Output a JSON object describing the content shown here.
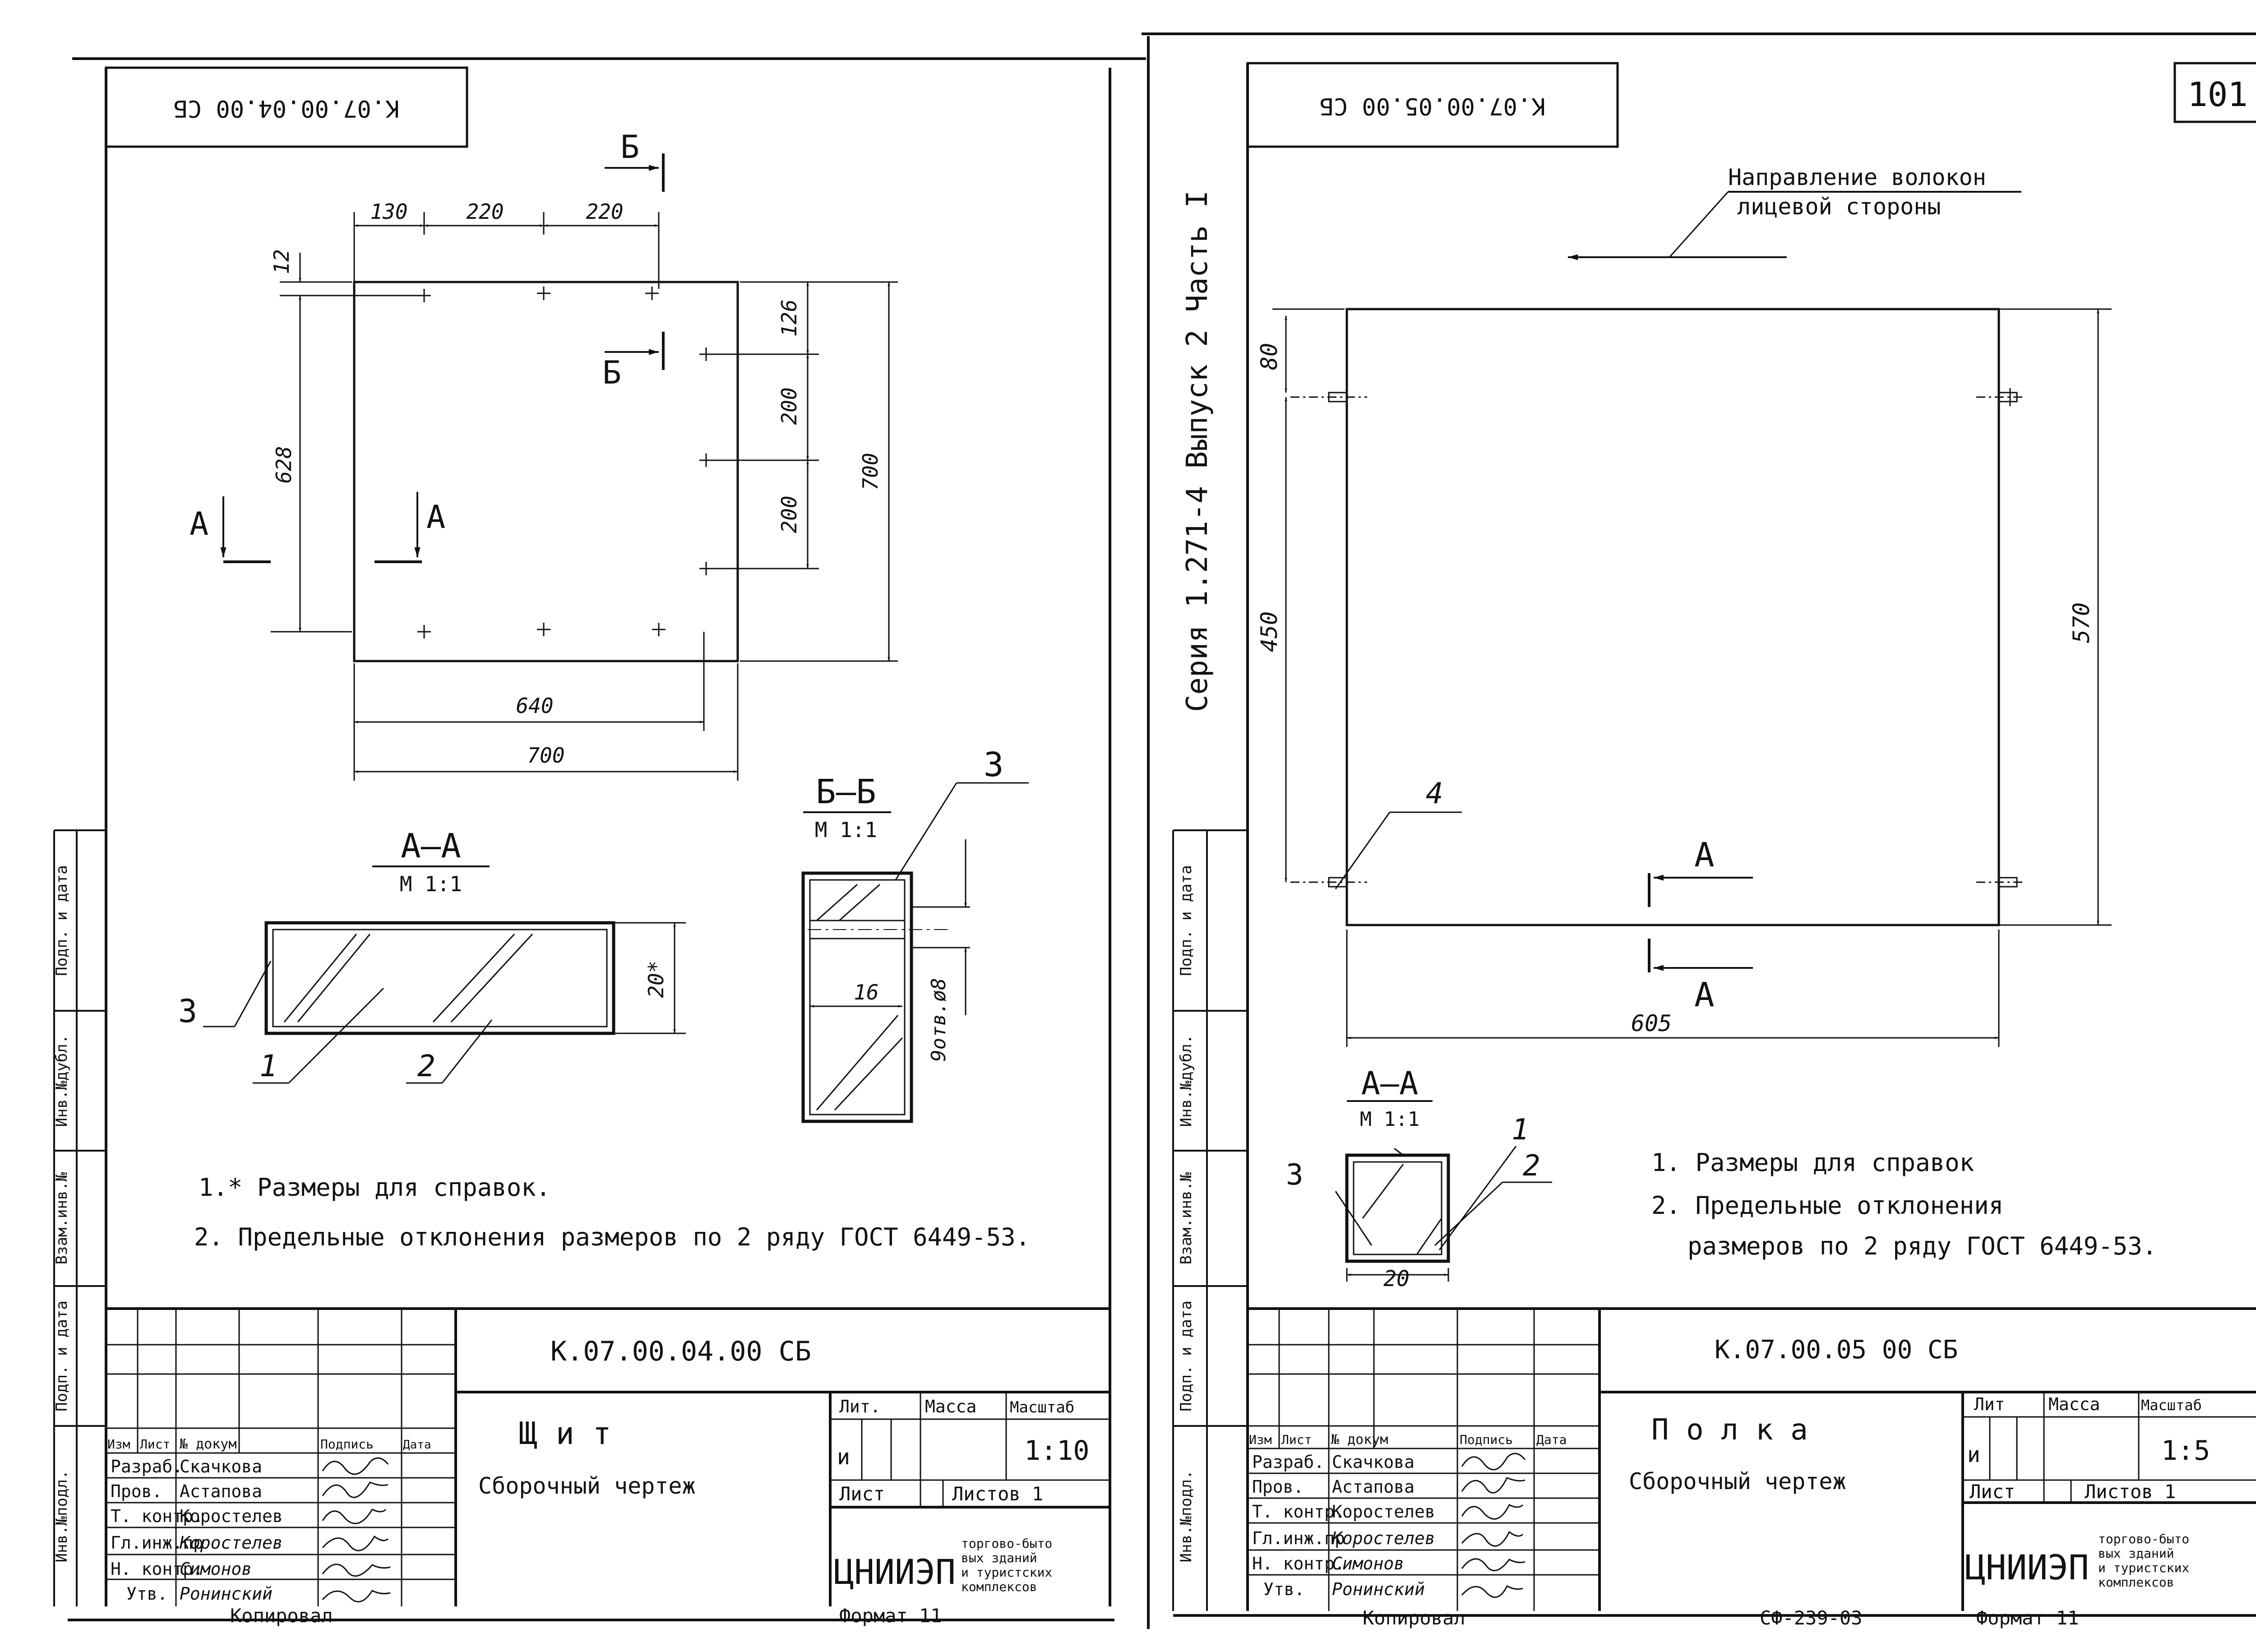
{
  "left_sheet": {
    "top_stamp": "К.07.00.04.00 СБ",
    "section_mark_b": "Б",
    "section_mark_a": "А",
    "dims": {
      "d130": "130",
      "d220a": "220",
      "d220b": "220",
      "d12": "12",
      "d126": "126",
      "d200a": "200",
      "d200b": "200",
      "d628": "628",
      "d700v": "700",
      "d640": "640",
      "d700h": "700"
    },
    "section_aa": {
      "title": "А—А",
      "scale": "М 1:1",
      "dim": "20*",
      "callouts": [
        "3",
        "1",
        "2"
      ]
    },
    "section_bb": {
      "title": "Б—Б",
      "scale": "М 1:1",
      "dim": "16",
      "hole": "9отв.ø8",
      "callout": "3"
    },
    "notes": [
      "1.* Размеры для справок.",
      "2. Предельные отклонения размеров по 2 ряду ГОСТ 6449-53."
    ],
    "side_labels": [
      "Инв.№подл.",
      "Подп. и дата",
      "Взам.инв.№",
      "Инв.№дубл.",
      "Подп. и дата"
    ],
    "title_block": {
      "code": "К.07.00.04.00 СБ",
      "name": "Щ и т",
      "doc_type": "Сборочный чертеж",
      "head_izm": "Изм",
      "head_list": "Лист",
      "head_ndoc": "№ докум",
      "head_sign": "Подпись",
      "head_date": "Дата",
      "lit": "Лит.",
      "mass": "Масса",
      "scale_label": "Масштаб",
      "lit_value": "и",
      "scale_value": "1:10",
      "sheet": "Лист",
      "sheets": "Листов 1",
      "org": "ЦНИИЭП",
      "org_desc": [
        "торгово-быто",
        "вых зданий",
        "и туристских",
        "комплексов"
      ],
      "roles": [
        "Разраб.",
        "Пров.",
        "Т. контр.",
        "Гл.инж.пр",
        "Н. контр.",
        "Утв."
      ],
      "people": [
        "Скачкова",
        "Астапова",
        "Коростелев",
        "Коростелев",
        "Симонов",
        "Ронинский"
      ],
      "copied": "Копировал",
      "format": "Формат 11"
    }
  },
  "center_stamp": "Серия 1.271-4 Выпуск 2 Часть I",
  "right_sheet": {
    "page_number": "101",
    "top_stamp": "К.07.00.05.00 СБ",
    "fiber": [
      "Направление волокон",
      "лицевой стороны"
    ],
    "dims": {
      "d80": "80",
      "d450": "450",
      "d570": "570",
      "d605": "605"
    },
    "section_mark": "А",
    "callout_4": "4",
    "section_aa": {
      "title": "А—А",
      "scale": "М 1:1",
      "dim": "20",
      "callouts": [
        "1",
        "2",
        "3"
      ]
    },
    "notes": [
      "1. Размеры для справок",
      "2. Предельные отклонения",
      "размеров по 2 ряду ГОСТ 6449-53."
    ],
    "side_labels": [
      "Инв.№подл.",
      "Подп. и дата",
      "Взам.инв.№",
      "Инв.№дубл.",
      "Подп. и дата"
    ],
    "title_block": {
      "code": "К.07.00.05 00 СБ",
      "name": "П о л к а",
      "doc_type": "Сборочный чертеж",
      "head_izm": "Изм",
      "head_list": "Лист",
      "head_ndoc": "№ докум",
      "head_sign": "Подпись",
      "head_date": "Дата",
      "lit": "Лит",
      "mass": "Масса",
      "scale_label": "Масштаб",
      "lit_value": "и",
      "scale_value": "1:5",
      "sheet": "Лист",
      "sheets": "Листов 1",
      "org": "ЦНИИЭП",
      "org_desc": [
        "торгово-быто",
        "вых зданий",
        "и туристских",
        "комплексов"
      ],
      "roles": [
        "Разраб.",
        "Пров.",
        "Т. контр.",
        "Гл.инж.пр",
        "Н. контр.",
        "Утв."
      ],
      "people": [
        "Скачкова",
        "Астапова",
        "Коростелев",
        "Коростелев",
        "Симонов",
        "Ронинский"
      ],
      "copied": "Копировал",
      "archive_no": "СФ-239-03",
      "format": "Формат 11"
    }
  }
}
